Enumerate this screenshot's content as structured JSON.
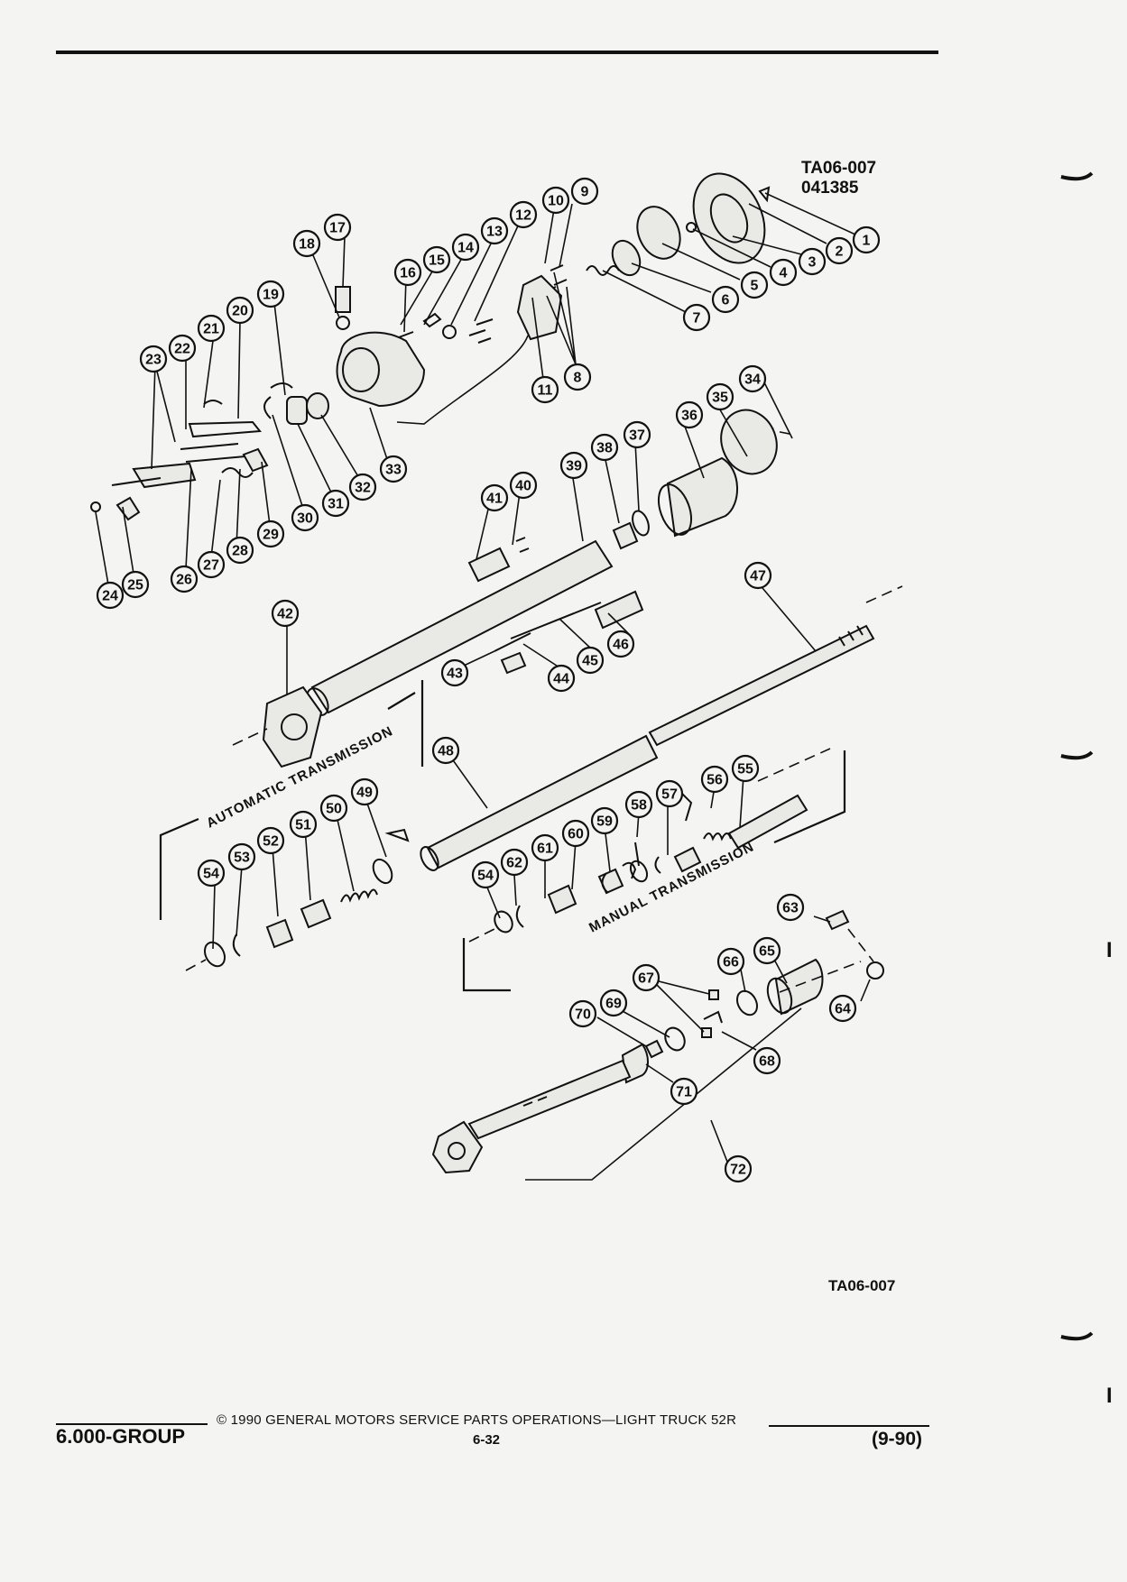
{
  "figure_code": "TA06-007",
  "figure_date_code": "041385",
  "figure_code_bottom": "TA06-007",
  "section_labels": {
    "automatic": "AUTOMATIC TRANSMISSION",
    "manual": "MANUAL TRANSMISSION"
  },
  "footer": {
    "group": "6.000-GROUP",
    "copyright": "© 1990 GENERAL MOTORS SERVICE PARTS OPERATIONS—LIGHT TRUCK 52R",
    "page": "6-32",
    "date": "(9-90)"
  },
  "margin_marks": [
    "I",
    "I"
  ],
  "callouts": [
    "1",
    "2",
    "3",
    "4",
    "5",
    "6",
    "7",
    "8",
    "9",
    "10",
    "11",
    "12",
    "13",
    "14",
    "15",
    "16",
    "17",
    "18",
    "19",
    "20",
    "21",
    "22",
    "23",
    "24",
    "25",
    "26",
    "27",
    "28",
    "29",
    "30",
    "31",
    "32",
    "33",
    "34",
    "35",
    "36",
    "37",
    "38",
    "39",
    "40",
    "41",
    "42",
    "43",
    "44",
    "45",
    "46",
    "47",
    "48",
    "49",
    "50",
    "51",
    "52",
    "53",
    "54",
    "55",
    "56",
    "57",
    "58",
    "59",
    "60",
    "61",
    "62",
    "54",
    "63",
    "64",
    "65",
    "66",
    "67",
    "68",
    "69",
    "70",
    "71",
    "72"
  ]
}
